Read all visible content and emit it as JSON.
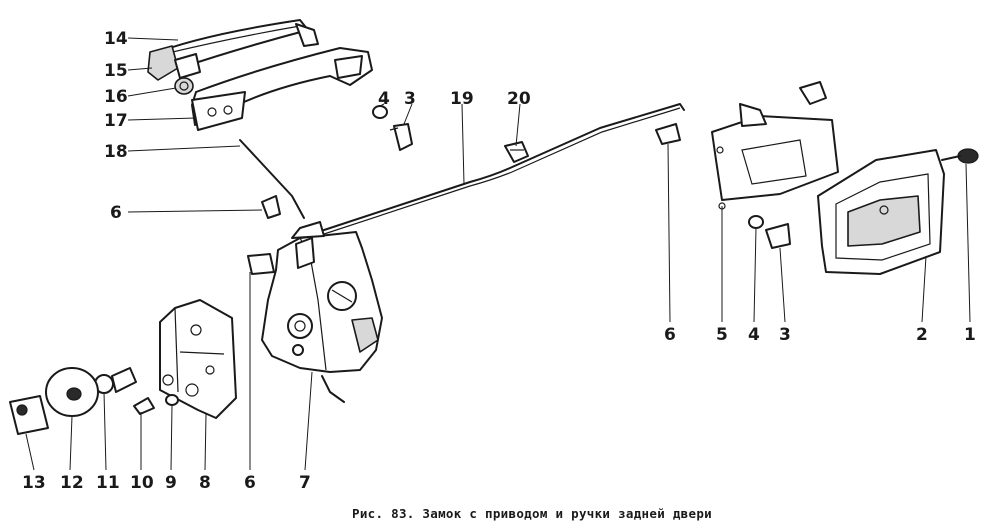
{
  "callouts": [
    {
      "id": "14",
      "text": "14"
    },
    {
      "id": "15",
      "text": "15"
    },
    {
      "id": "16",
      "text": "16"
    },
    {
      "id": "17",
      "text": "17"
    },
    {
      "id": "18",
      "text": "18"
    },
    {
      "id": "6a",
      "text": "6"
    },
    {
      "id": "4a",
      "text": "4"
    },
    {
      "id": "3a",
      "text": "3"
    },
    {
      "id": "19",
      "text": "19"
    },
    {
      "id": "20",
      "text": "20"
    },
    {
      "id": "13",
      "text": "13"
    },
    {
      "id": "12",
      "text": "12"
    },
    {
      "id": "11",
      "text": "11"
    },
    {
      "id": "10",
      "text": "10"
    },
    {
      "id": "9",
      "text": "9"
    },
    {
      "id": "8",
      "text": "8"
    },
    {
      "id": "6b",
      "text": "6"
    },
    {
      "id": "7",
      "text": "7"
    },
    {
      "id": "6c",
      "text": "6"
    },
    {
      "id": "5",
      "text": "5"
    },
    {
      "id": "4b",
      "text": "4"
    },
    {
      "id": "3b",
      "text": "3"
    },
    {
      "id": "2",
      "text": "2"
    },
    {
      "id": "1",
      "text": "1"
    }
  ],
  "caption": "Рис. 83. Замок с приводом и ручки задней двери"
}
